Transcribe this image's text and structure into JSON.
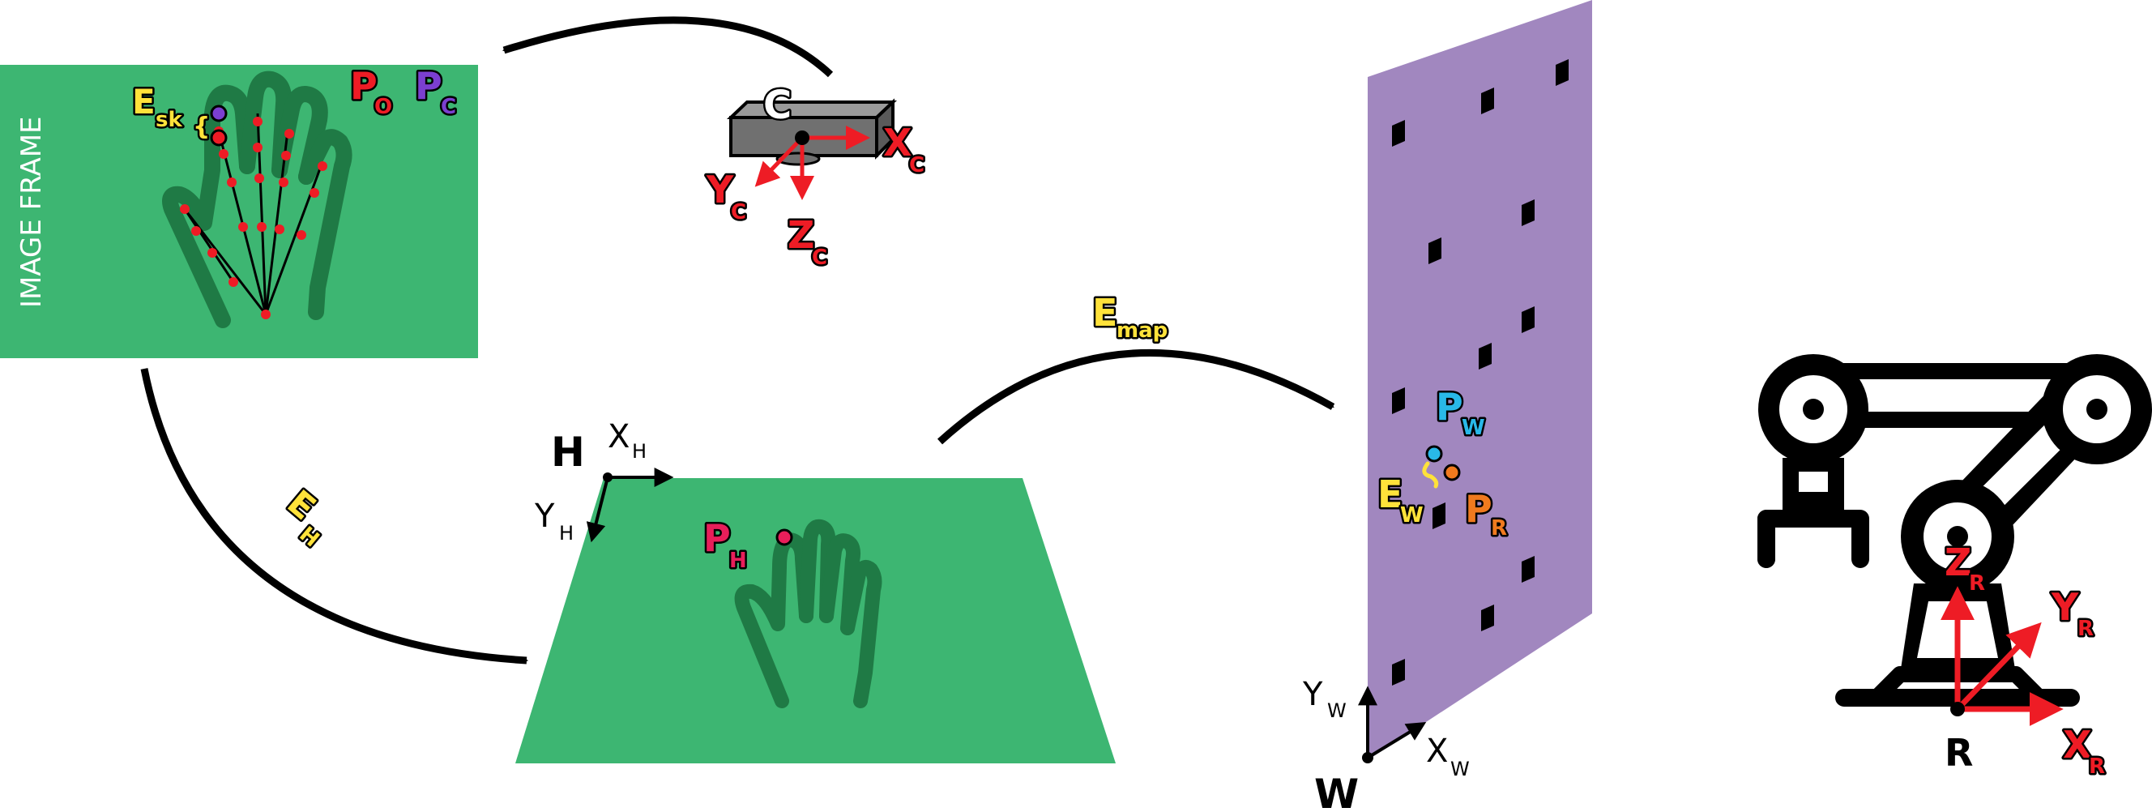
{
  "colors": {
    "green": "#3db672",
    "dark_green": "#1f7a45",
    "purple": "#a187bf",
    "yellow": "#ffe23a",
    "red": "#ee1c25",
    "crimson": "#e81e5a",
    "violet": "#7b3fd0",
    "cyan": "#29b8e8",
    "orange": "#f07a1e",
    "black": "#000000",
    "camera_gray": "#6d6d6d"
  },
  "image_frame": {
    "title": "IMAGE FRAME",
    "label_E": "E",
    "label_E_sub": "sk",
    "brace": "{",
    "label_PO": "P",
    "label_PO_sub": "O",
    "label_PC": "P",
    "label_PC_sub": "C"
  },
  "camera": {
    "label": "C",
    "x_label": "X",
    "x_sub": "C",
    "y_label": "Y",
    "y_sub": "C",
    "z_label": "Z",
    "z_sub": "C"
  },
  "hand_frame": {
    "label": "H",
    "x_label": "X",
    "x_sub": "H",
    "y_label": "Y",
    "y_sub": "H",
    "point_label": "P",
    "point_sub": "H"
  },
  "arrow_labels": {
    "EH": "E",
    "EH_sub": "H",
    "Emap": "E",
    "Emap_sub": "map"
  },
  "world_board": {
    "pw_label": "P",
    "pw_sub": "W",
    "pr_label": "P",
    "pr_sub": "R",
    "ew_label": "E",
    "ew_sub": "W",
    "origin_label": "W",
    "x_label": "X",
    "x_sub": "W",
    "y_label": "Y",
    "y_sub": "W"
  },
  "robot": {
    "origin_label": "R",
    "x_label": "X",
    "x_sub": "R",
    "y_label": "Y",
    "y_sub": "R",
    "z_label": "Z",
    "z_sub": "R"
  }
}
